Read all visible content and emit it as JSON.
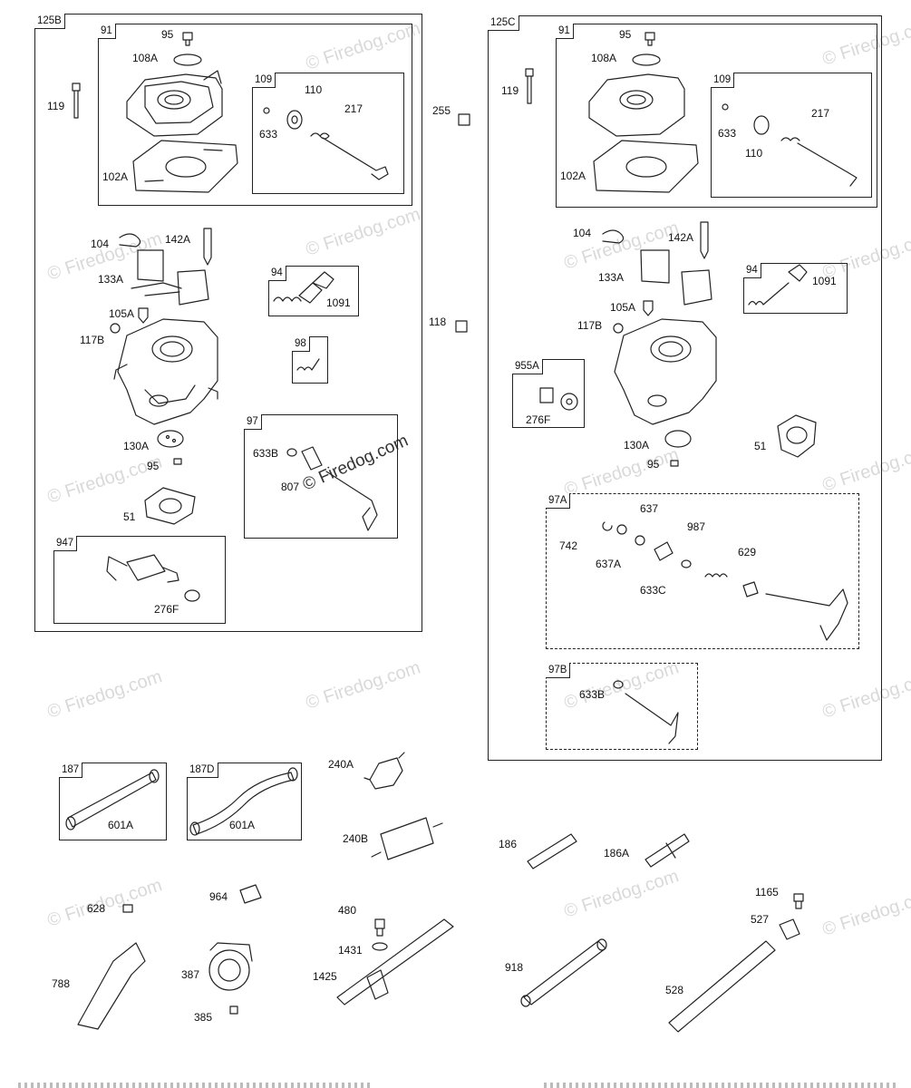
{
  "watermarks": [
    "© Firedog.com",
    "© Firedog.com",
    "© Firedog.com",
    "© Firedog.com",
    "© Firedog.com",
    "© Firedog.com",
    "© Firedog.com",
    "© Firedog.com",
    "© Firedog.com",
    "© Firedog.com",
    "© Firedog.com",
    "© Firedog.com",
    "© Firedog.com",
    "© Firedog.com",
    "© Firedog.com",
    "© Firedog.com"
  ],
  "center_watermark": "© Firedog.com",
  "groups": {
    "g125B": "125B",
    "g91a": "91",
    "g109a": "109",
    "g94a": "94",
    "g98": "98",
    "g97": "97",
    "g947": "947",
    "g125C": "125C",
    "g91b": "91",
    "g109b": "109",
    "g94b": "94",
    "g955A": "955A",
    "g97A": "97A",
    "g97B": "97B",
    "g187": "187",
    "g187D": "187D"
  },
  "labels": {
    "l95a": "95",
    "l108Aa": "108A",
    "l119a": "119",
    "l110a": "110",
    "l217a": "217",
    "l633a": "633",
    "l102Aa": "102A",
    "l104a": "104",
    "l142Aa": "142A",
    "l133Aa": "133A",
    "l1091a": "1091",
    "l105Aa": "105A",
    "l117Ba": "117B",
    "l130Aa": "130A",
    "l95b": "95",
    "l51a": "51",
    "l633Ba": "633B",
    "l807": "807",
    "l276Fa": "276F",
    "l255": "255",
    "l118": "118",
    "l95c": "95",
    "l108Ab": "108A",
    "l119b": "119",
    "l633b": "633",
    "l217b": "217",
    "l110b": "110",
    "l102Ab": "102A",
    "l104b": "104",
    "l142Ab": "142A",
    "l133Ab": "133A",
    "l1091b": "1091",
    "l105Ab": "105A",
    "l117Bb": "117B",
    "l276Fb": "276F",
    "l130Ab": "130A",
    "l95d": "95",
    "l51b": "51",
    "l637": "637",
    "l742": "742",
    "l987": "987",
    "l637A": "637A",
    "l629": "629",
    "l633C": "633C",
    "l633Bb": "633B",
    "l601Aa": "601A",
    "l601Ab": "601A",
    "l240A": "240A",
    "l240B": "240B",
    "l186": "186",
    "l186A": "186A",
    "l628": "628",
    "l964": "964",
    "l788": "788",
    "l387": "387",
    "l385": "385",
    "l480": "480",
    "l1431": "1431",
    "l1425": "1425",
    "l918": "918",
    "l1165": "1165",
    "l527": "527",
    "l528": "528"
  },
  "colors": {
    "line": "#222222",
    "watermark": "#d9d9d9",
    "paper": "#ffffff"
  }
}
